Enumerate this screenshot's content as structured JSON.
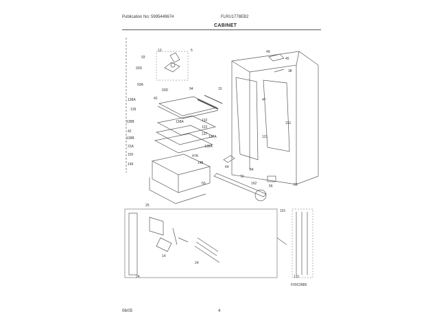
{
  "header": {
    "publication": "Publication No: 5995449674",
    "model": "FLRU1778EB2",
    "section": "CABINET"
  },
  "footer": {
    "date": "06/05",
    "page": "4"
  },
  "diagram": {
    "figure_id": "F09C0886",
    "labels": [
      "13",
      "5",
      "93",
      "93D",
      "93A",
      "94",
      "15",
      "49",
      "45",
      "38",
      "47",
      "138A",
      "42",
      "93D",
      "139",
      "138A",
      "138B",
      "42",
      "138B",
      "31A",
      "150",
      "149",
      "132",
      "122",
      "137",
      "138A",
      "137A",
      "47A",
      "148",
      "84",
      "151",
      "131",
      "64",
      "72",
      "162",
      "56",
      "63",
      "50",
      "25",
      "24",
      "24",
      "14",
      "131",
      "101"
    ]
  }
}
